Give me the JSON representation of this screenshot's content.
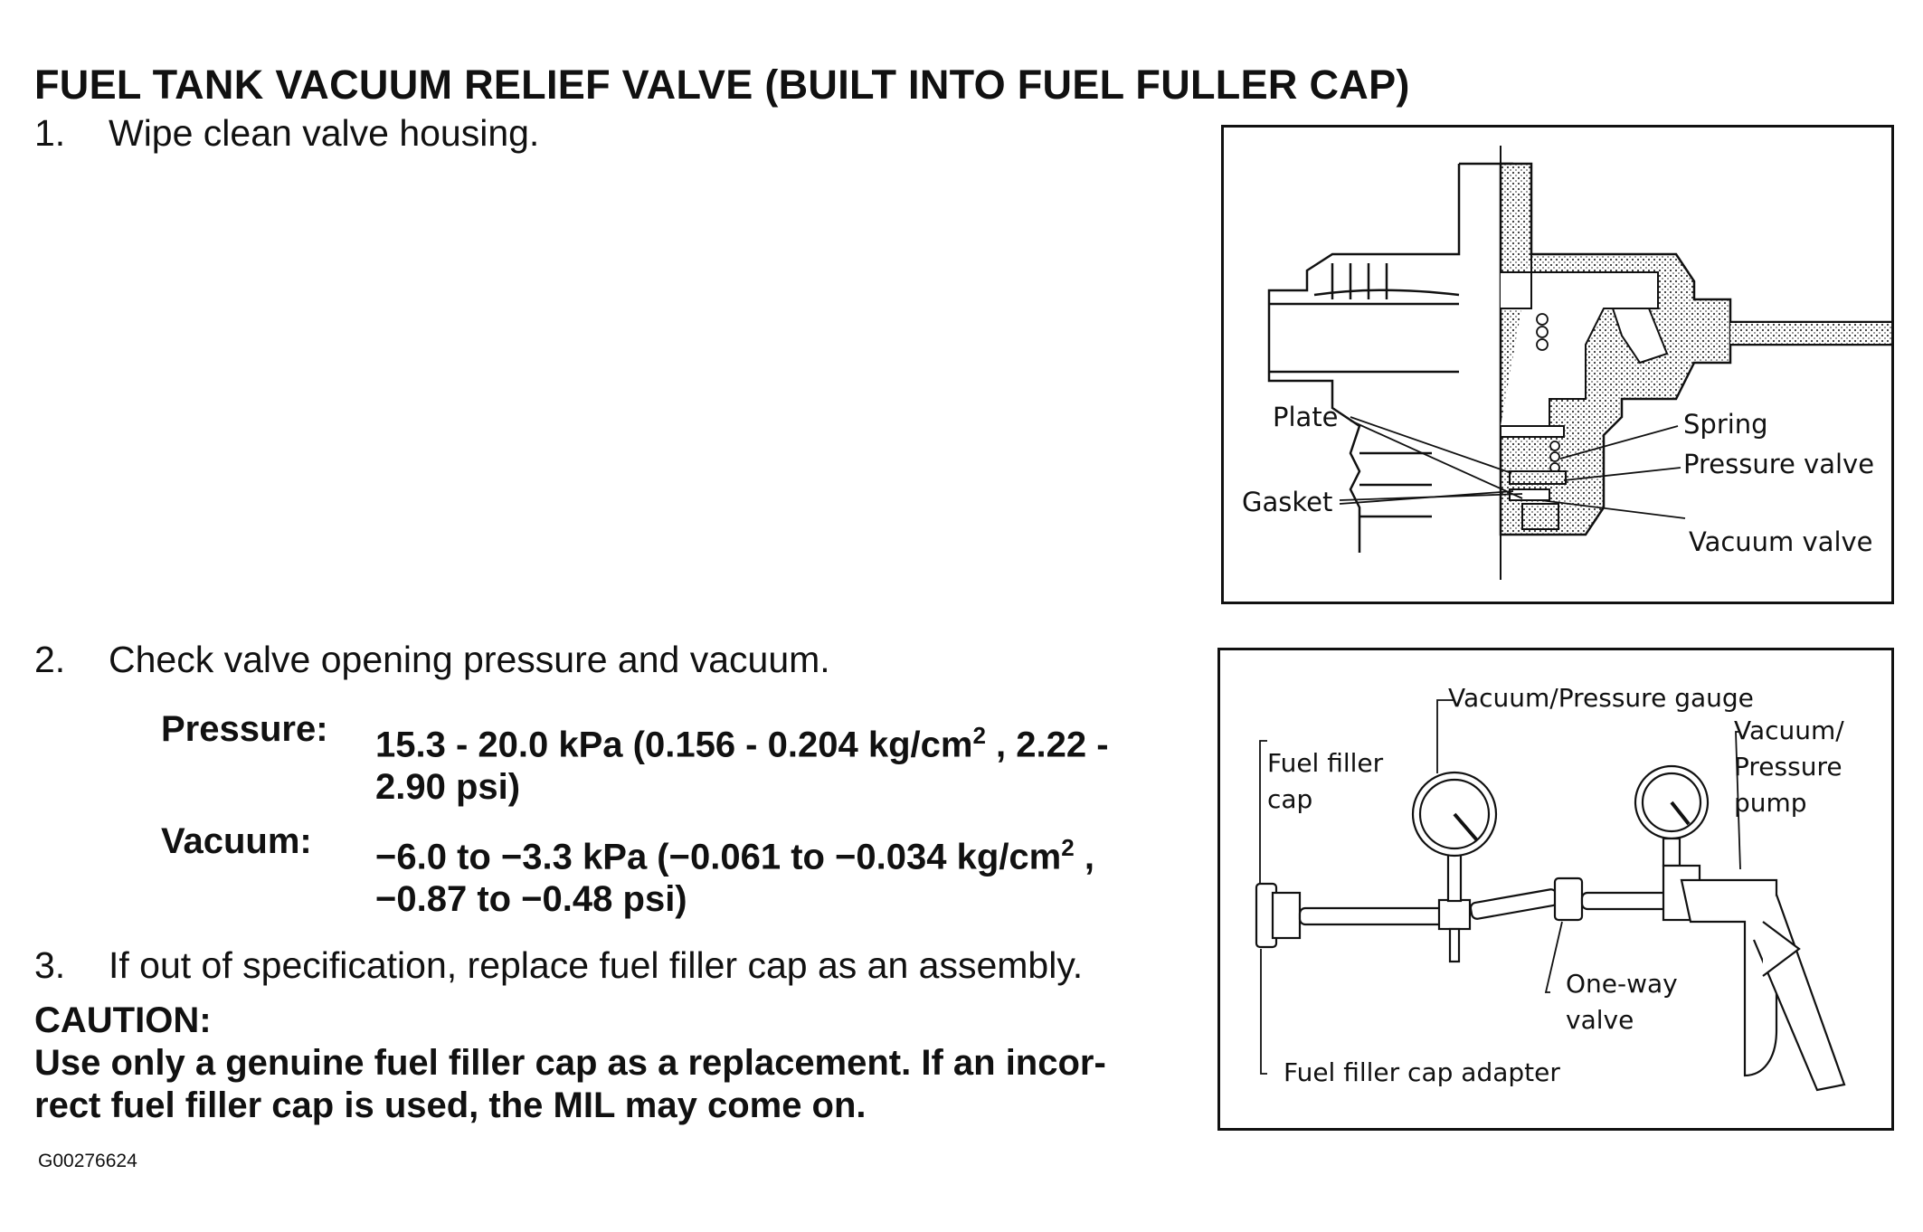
{
  "title": "FUEL TANK VACUUM RELIEF VALVE (BUILT INTO FUEL FULLER CAP)",
  "steps": [
    {
      "num": "1.",
      "text": "Wipe clean valve housing."
    },
    {
      "num": "2.",
      "text": "Check valve opening pressure and vacuum."
    },
    {
      "num": "3.",
      "text": "If out of specification, replace fuel filler cap as an assembly."
    }
  ],
  "specs": {
    "pressure_label": "Pressure:",
    "pressure_line1_a": "15.3 - 20.0 kPa (0.156 - 0.204 kg/cm",
    "pressure_sup": "2",
    "pressure_line1_b": " , 2.22 -",
    "pressure_line2": "2.90 psi)",
    "vacuum_label": "Vacuum:",
    "vacuum_line1_a": "−6.0 to −3.3 kPa (−0.061 to −0.034 kg/cm",
    "vacuum_sup": "2",
    "vacuum_line1_b": " ,",
    "vacuum_line2": "−0.87 to −0.48 psi)"
  },
  "caution": {
    "heading": "CAUTION:",
    "line1": "Use only a genuine fuel filler cap as a replacement. If an incor-",
    "line2": "rect fuel filler cap is used, the MIL may come on."
  },
  "figure_code": "G00276624",
  "figure1": {
    "labels": {
      "plate": "Plate",
      "gasket": "Gasket",
      "spring": "Spring",
      "pressure_valve": "Pressure valve",
      "vacuum_valve": "Vacuum valve"
    }
  },
  "figure2": {
    "labels": {
      "gauge": "Vacuum/Pressure gauge",
      "pump_1": "Vacuum/",
      "pump_2": "Pressure",
      "pump_3": "pump",
      "cap_1": "Fuel filler",
      "cap_2": "cap",
      "oneway_1": "One-way",
      "oneway_2": "valve",
      "adapter": "Fuel filler cap adapter"
    }
  }
}
